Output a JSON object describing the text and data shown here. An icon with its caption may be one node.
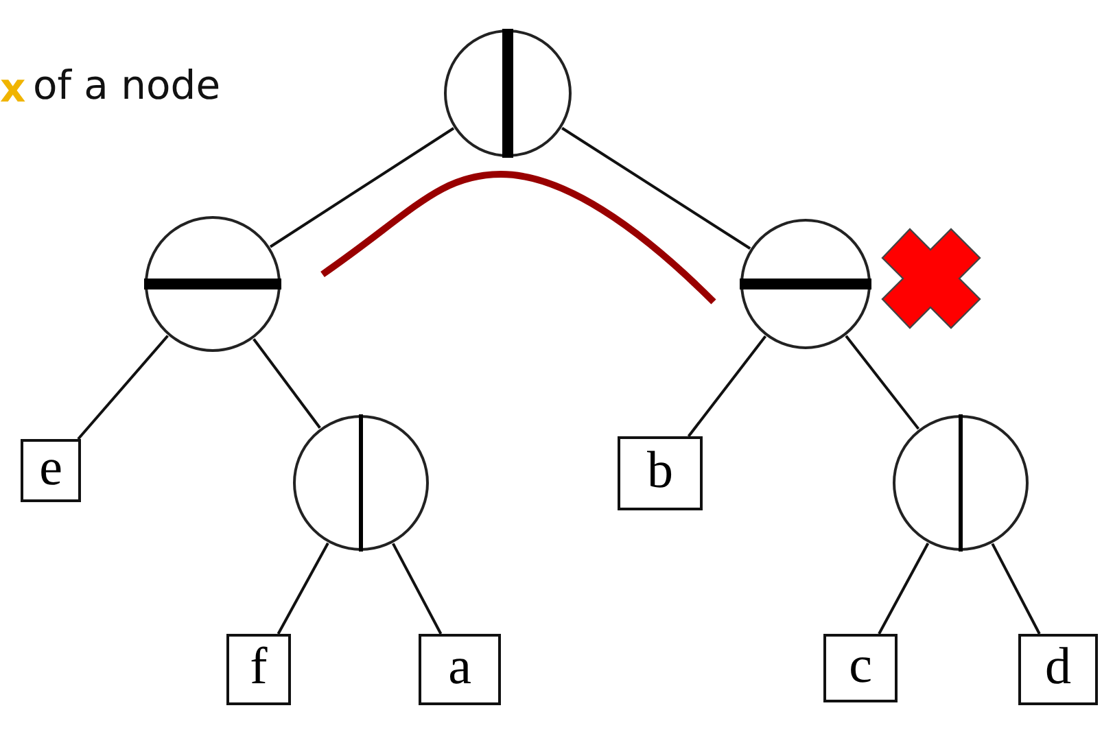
{
  "diagram": {
    "nodes": [
      {
        "text": [],
        "shape": "circle"
      },
      {
        "text": [],
        "shape": "circle"
      },
      {
        "text": [],
        "shape": "circle"
      },
      {
        "text": [
          "e"
        ]
      },
      {
        "text": [],
        "shape": "circle"
      },
      {
        "text": [
          "b"
        ]
      },
      {
        "text": [],
        "shape": "circle"
      },
      {
        "text": [
          "f"
        ]
      },
      {
        "text": [
          "a"
        ]
      },
      {
        "text": [
          "c"
        ]
      },
      {
        "text": [
          "d"
        ]
      }
    ],
    "edges": [
      {
        "from": 0,
        "to": 1,
        "arrow": "none"
      },
      {
        "from": 0,
        "to": 2,
        "arrow": "none"
      },
      {
        "from": 1,
        "to": 3,
        "arrow": "none"
      },
      {
        "from": 1,
        "to": 4,
        "arrow": "none"
      },
      {
        "from": 2,
        "to": 5,
        "arrow": "none"
      },
      {
        "from": 2,
        "to": 6,
        "arrow": "none"
      },
      {
        "from": 4,
        "to": 7,
        "arrow": "none"
      },
      {
        "from": 4,
        "to": 8,
        "arrow": "none"
      },
      {
        "from": 6,
        "to": 9,
        "arrow": "none"
      },
      {
        "from": 6,
        "to": 10,
        "arrow": "none"
      }
    ],
    "labels": [
      "x",
      "of a node"
    ]
  }
}
